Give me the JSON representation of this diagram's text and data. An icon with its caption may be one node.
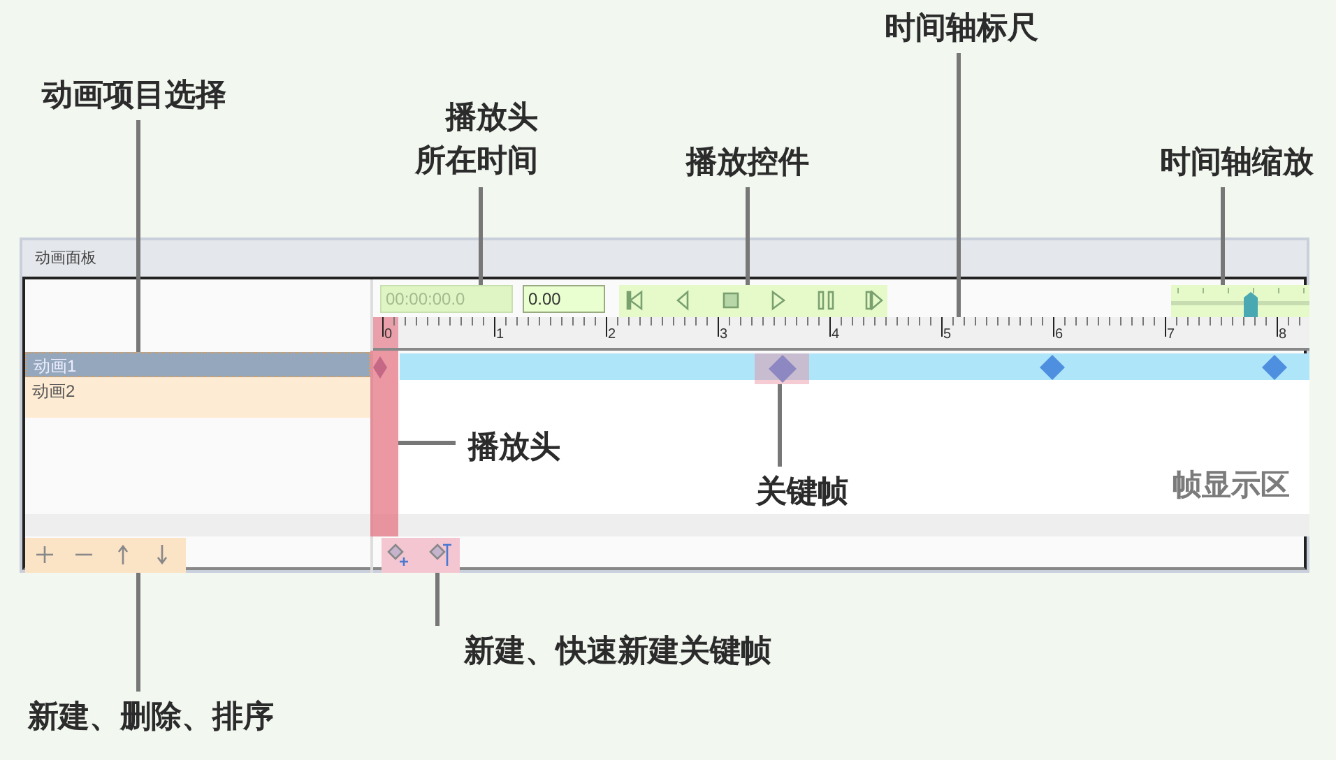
{
  "diagram": {
    "nodes": [
      {
        "text": [
          "动画面板"
        ]
      },
      {
        "text": [],
        "shape": "box",
        "in": 0
      },
      {
        "text": [
          "动画1"
        ],
        "in": 1
      },
      {
        "text": [
          "动画2"
        ],
        "in": 1
      },
      {
        "text": [
          "00:00:00.0"
        ],
        "in": 0
      },
      {
        "text": [
          "0.00"
        ],
        "in": 0
      },
      {
        "text": [],
        "shape": "box",
        "in": 0
      },
      {
        "text": [],
        "shape": "box",
        "in": 0
      },
      {
        "text": [
          "0",
          "1",
          "2",
          "3",
          "4",
          "5",
          "6",
          "7",
          "8"
        ],
        "in": 0
      },
      {
        "text": [
          "帧显示区"
        ],
        "in": 0
      },
      {
        "text": [],
        "shape": "diamond",
        "in": 9
      },
      {
        "text": [],
        "shape": "diamond",
        "in": 9
      },
      {
        "text": [],
        "shape": "diamond",
        "in": 9
      },
      {
        "text": [],
        "shape": "bar",
        "in": 0
      },
      {
        "text": [],
        "shape": "box",
        "in": 0
      },
      {
        "text": [],
        "shape": "box",
        "in": 0
      },
      {
        "text": [
          "动画项目选择"
        ]
      },
      {
        "text": [
          "播放头所在时间"
        ]
      },
      {
        "text": [
          "播放控件"
        ]
      },
      {
        "text": [
          "时间轴标尺"
        ]
      },
      {
        "text": [
          "时间轴缩放"
        ]
      },
      {
        "text": [
          "播放头"
        ],
        "in": 9
      },
      {
        "text": [
          "关键帧"
        ],
        "in": 9
      },
      {
        "text": [
          "新建、删除、排序"
        ]
      },
      {
        "text": [
          "新建、快速新建关键帧"
        ]
      }
    ],
    "edges": [
      {
        "from": 16,
        "to": 1,
        "arrow": "none"
      },
      {
        "from": 17,
        "to": 4,
        "arrow": "none"
      },
      {
        "from": 18,
        "to": 6,
        "arrow": "none"
      },
      {
        "from": 19,
        "to": 8,
        "arrow": "none"
      },
      {
        "from": 20,
        "to": 7,
        "arrow": "none"
      },
      {
        "from": 21,
        "to": 13,
        "arrow": "none"
      },
      {
        "from": 22,
        "to": 10,
        "arrow": "none"
      },
      {
        "from": 23,
        "to": 14,
        "arrow": "none"
      },
      {
        "from": 24,
        "to": 15,
        "arrow": "none"
      }
    ]
  }
}
